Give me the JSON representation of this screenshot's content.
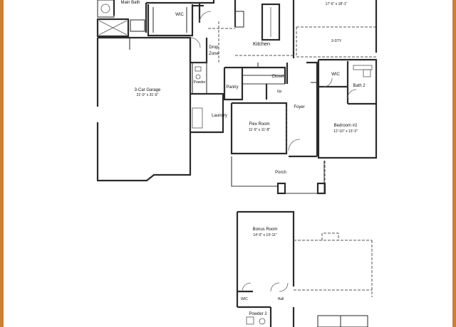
{
  "colors": {
    "frame": "#cd7f32",
    "wall": "#2b2b2b",
    "background": "#ffffff"
  },
  "rooms": {
    "main_bath": "Main Bath",
    "wic_main": "WIC",
    "kitchen": "Kitchen",
    "top_dim": "17'-6\" x 18'-1\"",
    "three_sty": "3-STY",
    "drop_zone_1": "Drop",
    "drop_zone_2": "Zone",
    "garage": "3-Car Garage",
    "garage_dim": "21'-0\" x 31'-6\"",
    "powder": "Powder",
    "pantry": "Pantry",
    "closet": "Closet",
    "up": "Up",
    "laundry": "Laundry",
    "flex_room": "Flex Room",
    "flex_dim": "11'-9\" x 11'-8\"",
    "foyer": "Foyer",
    "wic_bed2": "WIC",
    "bath2": "Bath 2",
    "bedroom2": "Bedroom #2",
    "bedroom2_dim": "12'-10\" x 13'-3\"",
    "porch": "Porch",
    "bonus_room": "Bonus Room",
    "bonus_dim": "14'-0\" x 19'-11\"",
    "wic_bonus": "WIC",
    "hall": "Hall",
    "powder2": "Powder 2"
  }
}
